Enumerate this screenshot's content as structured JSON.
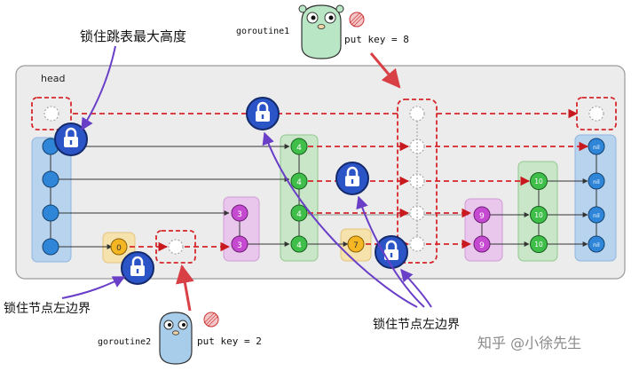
{
  "annotations": {
    "top_left": "锁住跳表最大高度",
    "bottom_left": "锁住节点左边界",
    "bottom_right": "锁住节点左边界"
  },
  "head_label": "head",
  "goroutine1": {
    "name": "goroutine1",
    "op": "put key = 8"
  },
  "goroutine2": {
    "name": "goroutine2",
    "op": "put key = 2"
  },
  "columns": {
    "n0": "0",
    "n3": "3",
    "n4": "4",
    "n7": "7",
    "n9": "9",
    "n10": "10",
    "nil": "nil"
  },
  "watermark": "知乎 @小徐先生"
}
